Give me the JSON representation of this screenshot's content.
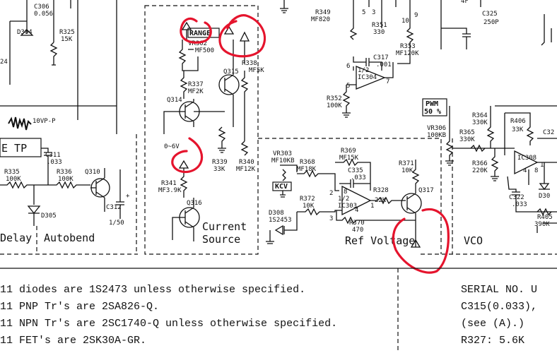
{
  "top_left": {
    "c306": "C306",
    "c306_val": "0.056",
    "d304": "D304",
    "r325": "R325",
    "r325_val": "15K",
    "partial_24": "24"
  },
  "left": {
    "noise_label": "10VP-P",
    "e_tp": "E TP",
    "c311": "C311",
    "c311_val": ".033",
    "r335": "R335",
    "r335_val": "100K",
    "r336": "R336",
    "r336_val": "100K",
    "q310": "Q310",
    "d305": "D305",
    "c312": "C312",
    "c312_val": "1/50",
    "plus": "+",
    "delay": "Delay",
    "autobend": "Autobend"
  },
  "current_source": {
    "range_label": "RANGE",
    "vr302": "VR302",
    "vr302_val": "MF500",
    "r337": "R337",
    "r337_val": "MF2K",
    "r338": "R338",
    "r338_val": "MF5K",
    "q314": "Q314",
    "q315": "Q315",
    "range_v": "0~6V",
    "r339": "R339",
    "r339_val": "33K",
    "r340": "R340",
    "r340_val": "MF12K",
    "r341": "R341",
    "r341_val": "MF3.9K",
    "q316": "Q316",
    "title_line1": "Current",
    "title_line2": "Source"
  },
  "top_center": {
    "r349": "R349",
    "r349_val": "MF820",
    "r351": "R351",
    "r351_val": "330",
    "r353": "R353",
    "r353_val": "MF120K",
    "c317": "C317",
    "c317_val": ".001",
    "ic304": "IC304",
    "half": "1/2",
    "r352": "R352",
    "r352_val": "100K",
    "pin5": "5",
    "pin3": "3",
    "pin10": "10",
    "pin9": "9",
    "pin6": "6",
    "pin5b": "5",
    "pin7": "7"
  },
  "ref_voltage": {
    "vr303": "VR303",
    "vr303_val": "MF10KB",
    "r368": "R368",
    "r368_val": "MF18K",
    "kcv": "KCV",
    "r369": "R369",
    "r369_val": "MF15K",
    "c335": "C335",
    "c335_val": ".033",
    "r372": "R372",
    "r372_val": "10K",
    "ic303": "IC303",
    "half": "1/2",
    "pin2": "2",
    "pin3": "3",
    "pin8": "8",
    "pin4": "4",
    "pin1": "1",
    "r370": "R370",
    "r370_val": "470",
    "r328": "R328",
    "r328_val": "22K",
    "r371": "R371",
    "r371_val": "10K",
    "q317": "Q317",
    "d308": "D308",
    "d308_val": "1S2453",
    "title": "Ref Voltage"
  },
  "right": {
    "c325": "C325",
    "c325_val": "250P",
    "pwm": "PWM",
    "pwm_val": "50 %",
    "vr306": "VR306",
    "vr306_val": "100KB",
    "r364": "R364",
    "r364_val": "330K",
    "r406": "R406",
    "r406_val": "33K",
    "r365": "R365",
    "r365_val": "330K",
    "r366": "R366",
    "r366_val": "220K",
    "ic308": "IC308",
    "c32x": "C32",
    "c322": "C322",
    "c322_val": ".033",
    "d30x": "D30",
    "r405": "R405",
    "r405_val": "390K",
    "vco": "VCO",
    "pin4": "4",
    "pin8": "8",
    "pin1": "1"
  },
  "notes": [
    "11 diodes are 1S2473 unless otherwise specified.",
    "11 PNP Tr's are 2SA826-Q.",
    "11 NPN Tr's are 2SC1740-Q unless otherwise specified.",
    "11 FET's are 2SK30A-GR."
  ],
  "serial": [
    "SERIAL NO. U",
    "C315(0.033),",
    "(see (A).)",
    "R327: 5.6K"
  ]
}
